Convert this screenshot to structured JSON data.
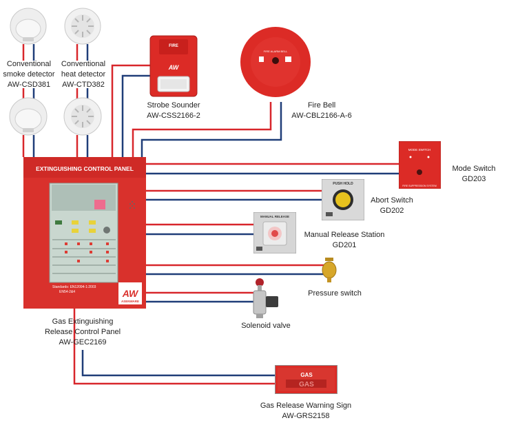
{
  "colors": {
    "red_wire": "#d8262b",
    "blue_wire": "#1f3d78",
    "panel_red": "#d9312c",
    "device_red": "#dc2b26"
  },
  "panel": {
    "header": "EXTINGUISHING CONTROL PANEL",
    "brand": "ASENWARE",
    "logo_mark": "AW",
    "standards_line1": "Standards: EN12094-1:2003",
    "standards_line2": "EN54-2&4",
    "caption": [
      "Gas Extinguishing",
      "Release Control Panel",
      "AW-GEC2169"
    ]
  },
  "devices": {
    "smoke_detector": [
      "Conventional",
      "smoke detector",
      "AW-CSD381"
    ],
    "heat_detector": [
      "Conventional",
      "heat detector",
      "AW-CTD382"
    ],
    "strobe_sounder": {
      "caption": [
        "Strobe Sounder",
        "AW-CSS2166-2"
      ],
      "face_text": "FIRE",
      "logo": "AW"
    },
    "fire_bell": {
      "caption": [
        "Fire Bell",
        "AW-CBL2166-A-6"
      ],
      "face_text": "FIRE ALARM BELL"
    },
    "mode_switch": {
      "caption": [
        "Mode Switch",
        "GD203"
      ],
      "face_text": "MODE SWITCH",
      "footer": "FIRE SUPPRESSION SYSTEM"
    },
    "abort_switch": {
      "caption": [
        "Abort Switch",
        "GD202"
      ],
      "face_text": "PUSH HOLD"
    },
    "manual_release": {
      "caption": [
        "Manual Release Station",
        "GD201"
      ],
      "face_text": "MANUAL RELEASE"
    },
    "pressure_switch": {
      "caption": [
        "Pressure switch"
      ]
    },
    "solenoid_valve": {
      "caption": [
        "Solenoid valve"
      ]
    },
    "warning_sign": {
      "caption": [
        "Gas Release Warning Sign",
        "AW-GRS2158"
      ],
      "face_text": "GAS"
    }
  }
}
